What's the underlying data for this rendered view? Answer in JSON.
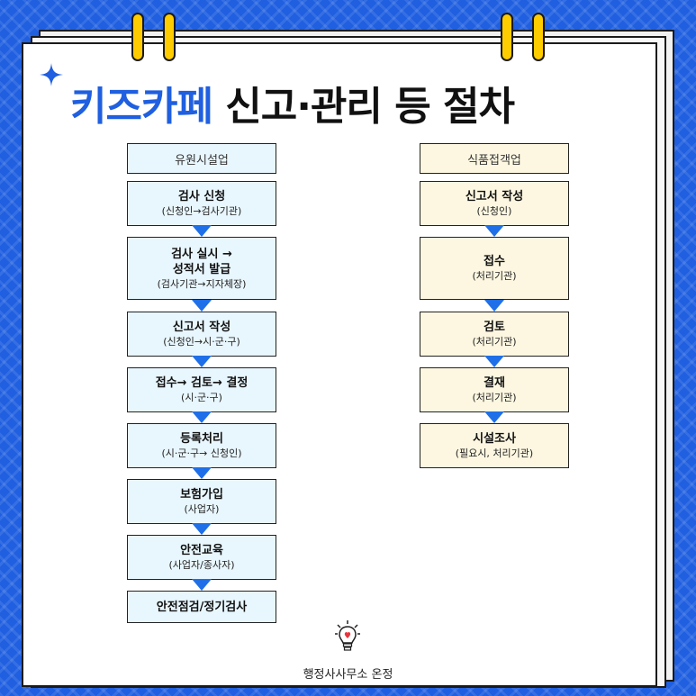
{
  "title": {
    "highlight": "키즈카페",
    "rest": "신고·관리 등 절차"
  },
  "left": {
    "header": "유원시설업",
    "steps": [
      {
        "main": "검사 신청",
        "sub": "(신청인→검사기관)"
      },
      {
        "main": "검사 실시 →",
        "main2": "성적서 발급",
        "sub": "(검사기관→지자체장)"
      },
      {
        "main": "신고서 작성",
        "sub": "(신청인→시·군·구)"
      },
      {
        "main": "접수→ 검토→ 결정",
        "sub": "(시·군·구)"
      },
      {
        "main": "등록처리",
        "sub": "(시·군·구→ 신청인)"
      },
      {
        "main": "보험가입",
        "sub": "(사업자)"
      },
      {
        "main": "안전교육",
        "sub": "(사업자/종사자)"
      },
      {
        "main": "안전점검/정기검사"
      }
    ]
  },
  "right": {
    "header": "식품접객업",
    "steps": [
      {
        "main": "신고서 작성",
        "sub": "(신청인)"
      },
      {
        "main": "접수",
        "sub": "(처리기관)"
      },
      {
        "main": "검토",
        "sub": "(처리기관)"
      },
      {
        "main": "결재",
        "sub": "(처리기관)"
      },
      {
        "main": "시설조사",
        "sub": "(필요시, 처리기관)"
      }
    ]
  },
  "footer": "행정사사무소 온정",
  "colors": {
    "accent": "#1f5fe0",
    "arrow": "#1f6fe8",
    "ring": "#ffcc00",
    "left_fill": "#e8f6fd",
    "right_fill": "#fdf7e1"
  }
}
